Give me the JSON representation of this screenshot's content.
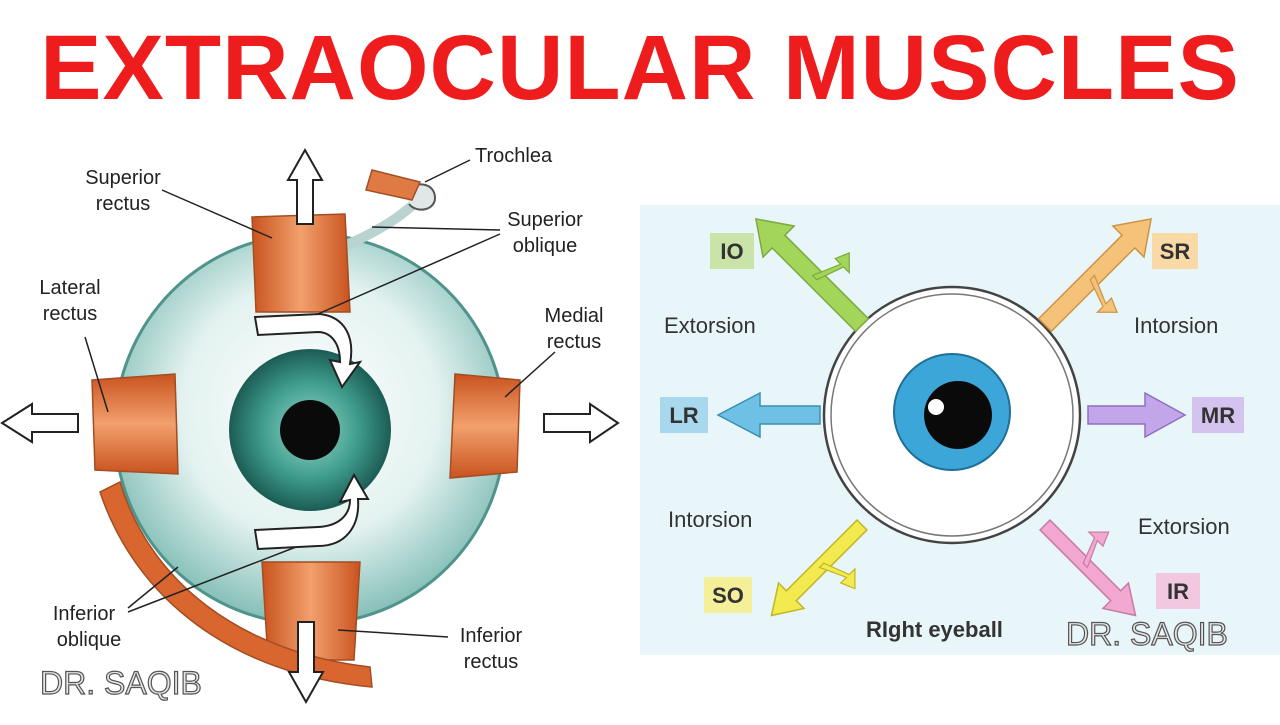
{
  "title": "EXTRAOCULAR MUSCLES",
  "colors": {
    "title": "#ee1c1c",
    "muscle": "#e0692f",
    "sclera": "#c9e6e3",
    "iris": "#2a8b82",
    "right_panel_bg": "#e8f6fa"
  },
  "left_diagram": {
    "labels": {
      "trochlea": "Trochlea",
      "superior_rectus": [
        "Superior",
        "rectus"
      ],
      "superior_oblique": [
        "Superior",
        "oblique"
      ],
      "lateral_rectus": [
        "Lateral",
        "rectus"
      ],
      "medial_rectus": [
        "Medial",
        "rectus"
      ],
      "inferior_oblique": [
        "Inferior",
        "oblique"
      ],
      "inferior_rectus": [
        "Inferior",
        "rectus"
      ]
    },
    "watermark": "DR. SAQIB"
  },
  "right_diagram": {
    "caption": "RIght eyeball",
    "watermark": "DR. SAQIB",
    "muscles": {
      "io": {
        "label": "IO",
        "note": "Extorsion",
        "color": "#a3d55a",
        "box": "#c9e3a9"
      },
      "sr": {
        "label": "SR",
        "note": "Intorsion",
        "color": "#f5c27a",
        "box": "#f9d9a6"
      },
      "lr": {
        "label": "LR",
        "color": "#6ec1e4",
        "box": "#a8d8ee"
      },
      "mr": {
        "label": "MR",
        "color": "#c3a5ea",
        "box": "#d4c3ef"
      },
      "so": {
        "label": "SO",
        "note": "Intorsion",
        "color": "#f3ea4f",
        "box": "#f5ef9a"
      },
      "ir": {
        "label": "IR",
        "note": "Extorsion",
        "color": "#f2a8d0",
        "box": "#f2c7e0"
      }
    }
  }
}
